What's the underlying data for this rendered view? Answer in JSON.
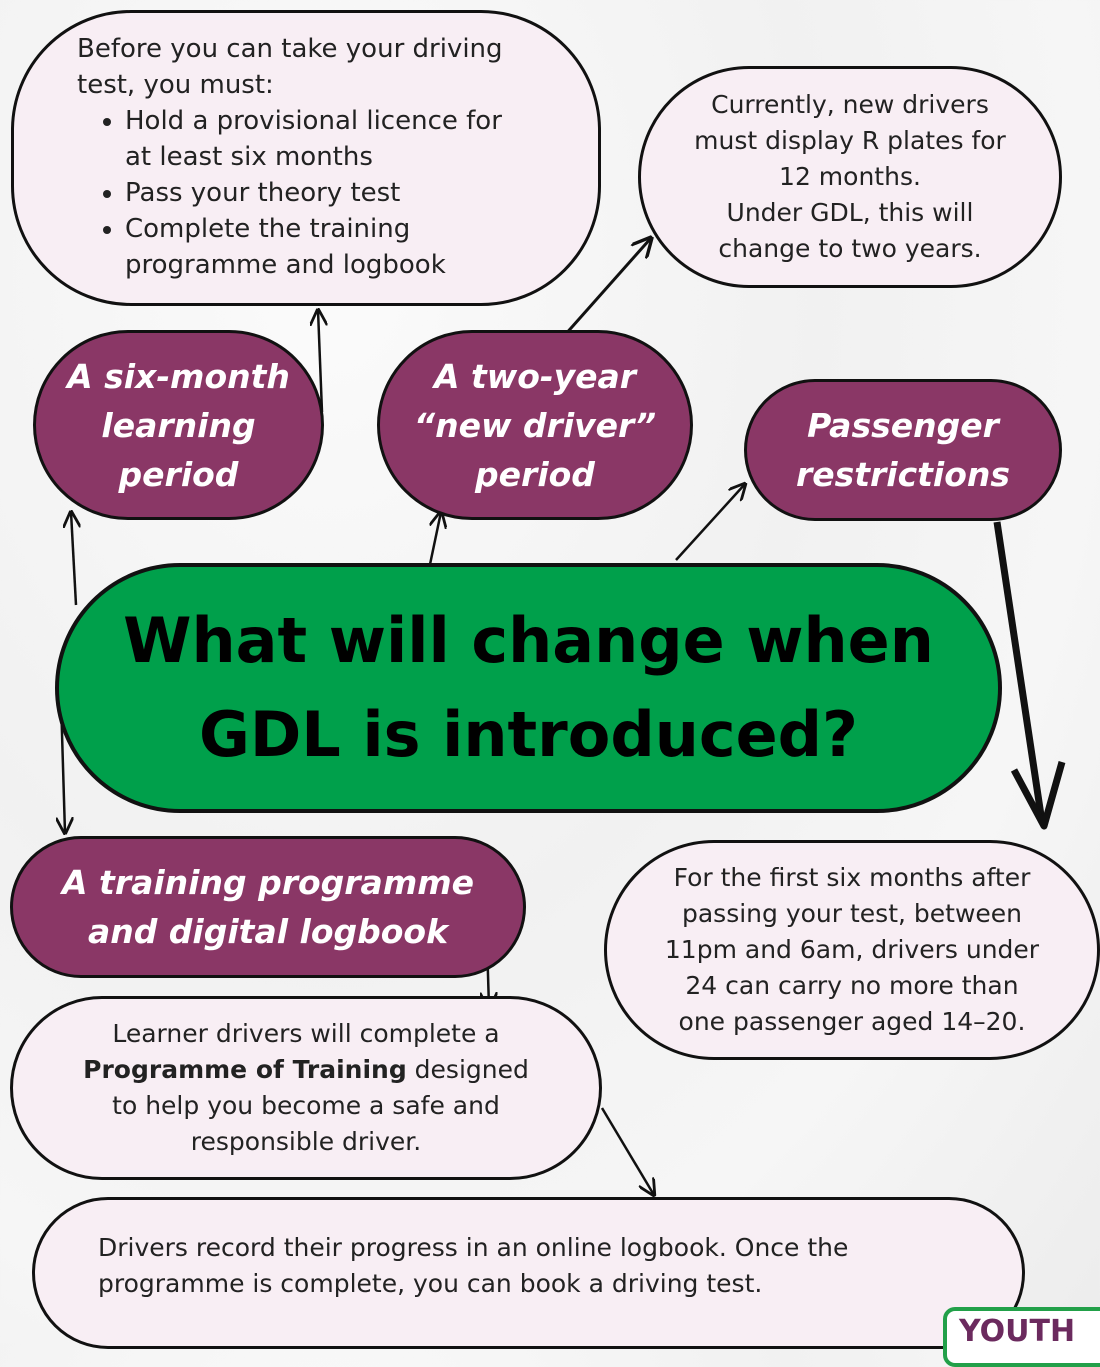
{
  "center_title": [
    "What will change when",
    "GDL is introduced?"
  ],
  "requirements": {
    "intro": [
      "Before you can take your driving",
      "test, you must:"
    ],
    "items": [
      [
        "Hold a provisional licence for",
        "at least six months"
      ],
      [
        "Pass your theory test"
      ],
      [
        "Complete the training",
        "programme and logbook"
      ]
    ]
  },
  "r_plates": [
    "Currently, new drivers",
    "must display R plates for",
    "12 months.",
    "Under GDL, this will",
    "change to two years."
  ],
  "heading_six_month": [
    "A six-month",
    "learning",
    "period"
  ],
  "heading_two_year": [
    "A two-year",
    "“new driver”",
    "period"
  ],
  "heading_passenger": [
    "Passenger",
    "restrictions"
  ],
  "heading_training": [
    "A training programme",
    "and digital logbook"
  ],
  "passenger_text": [
    "For the first six months after",
    "passing your test, between",
    "11pm and 6am, drivers under",
    "24 can carry no more than",
    "one passenger aged 14–20."
  ],
  "training_text": {
    "line1": "Learner drivers will complete a",
    "bold": "Programme of Training",
    "line2_rest": " designed",
    "line3": "to help you become a safe and",
    "line4": "responsible driver."
  },
  "logbook_text": [
    "Drivers record their progress in an online logbook. Once the",
    "programme is complete, you can book a driving test."
  ],
  "badge_text": "YOUTH"
}
